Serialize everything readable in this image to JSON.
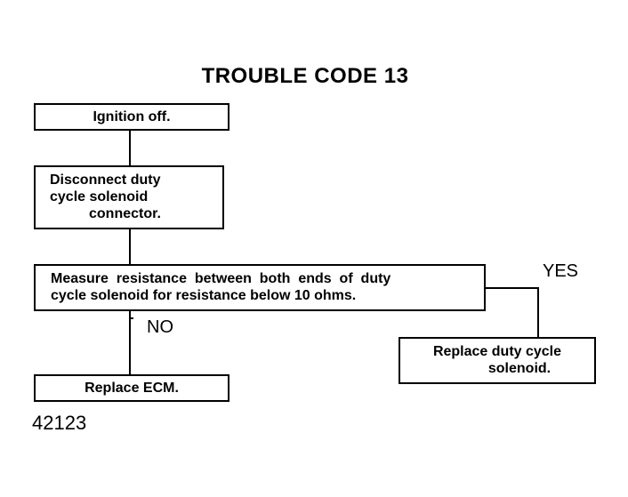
{
  "title": "TROUBLE CODE 13",
  "steps": {
    "ignition_off": "Ignition off.",
    "disconnect": {
      "line1": "Disconnect duty",
      "line2": "cycle solenoid",
      "line3": "connector."
    },
    "measure": {
      "line1": "Measure  resistance  between  both  ends  of  duty",
      "line2": "cycle solenoid for resistance below 10 ohms."
    },
    "replace_ecm": "Replace ECM.",
    "replace_solenoid": {
      "line1": "Replace duty cycle",
      "line2": "solenoid."
    }
  },
  "branches": {
    "yes": "YES",
    "no": "NO"
  },
  "figure_number": "42123"
}
